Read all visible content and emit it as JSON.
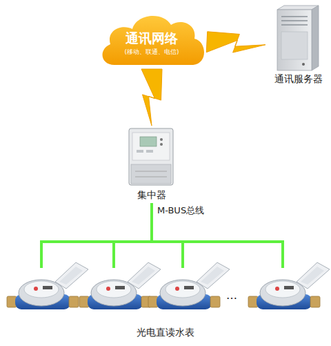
{
  "diagram": {
    "nodes": [
      {
        "text": [
          "通讯网络",
          "(移动、联通、电信)"
        ]
      },
      {
        "text": [
          "通讯服务器"
        ]
      },
      {
        "text": [
          "集中器"
        ]
      },
      {
        "text": [
          "光电直读水表"
        ]
      }
    ],
    "edges": [
      {
        "from": 0,
        "to": 1,
        "arrow": "none"
      },
      {
        "from": 0,
        "to": 2,
        "arrow": "none"
      },
      {
        "from": 2,
        "to": 3,
        "label": "M-BUS总线",
        "arrow": "none"
      }
    ],
    "labels": [
      "…"
    ]
  }
}
